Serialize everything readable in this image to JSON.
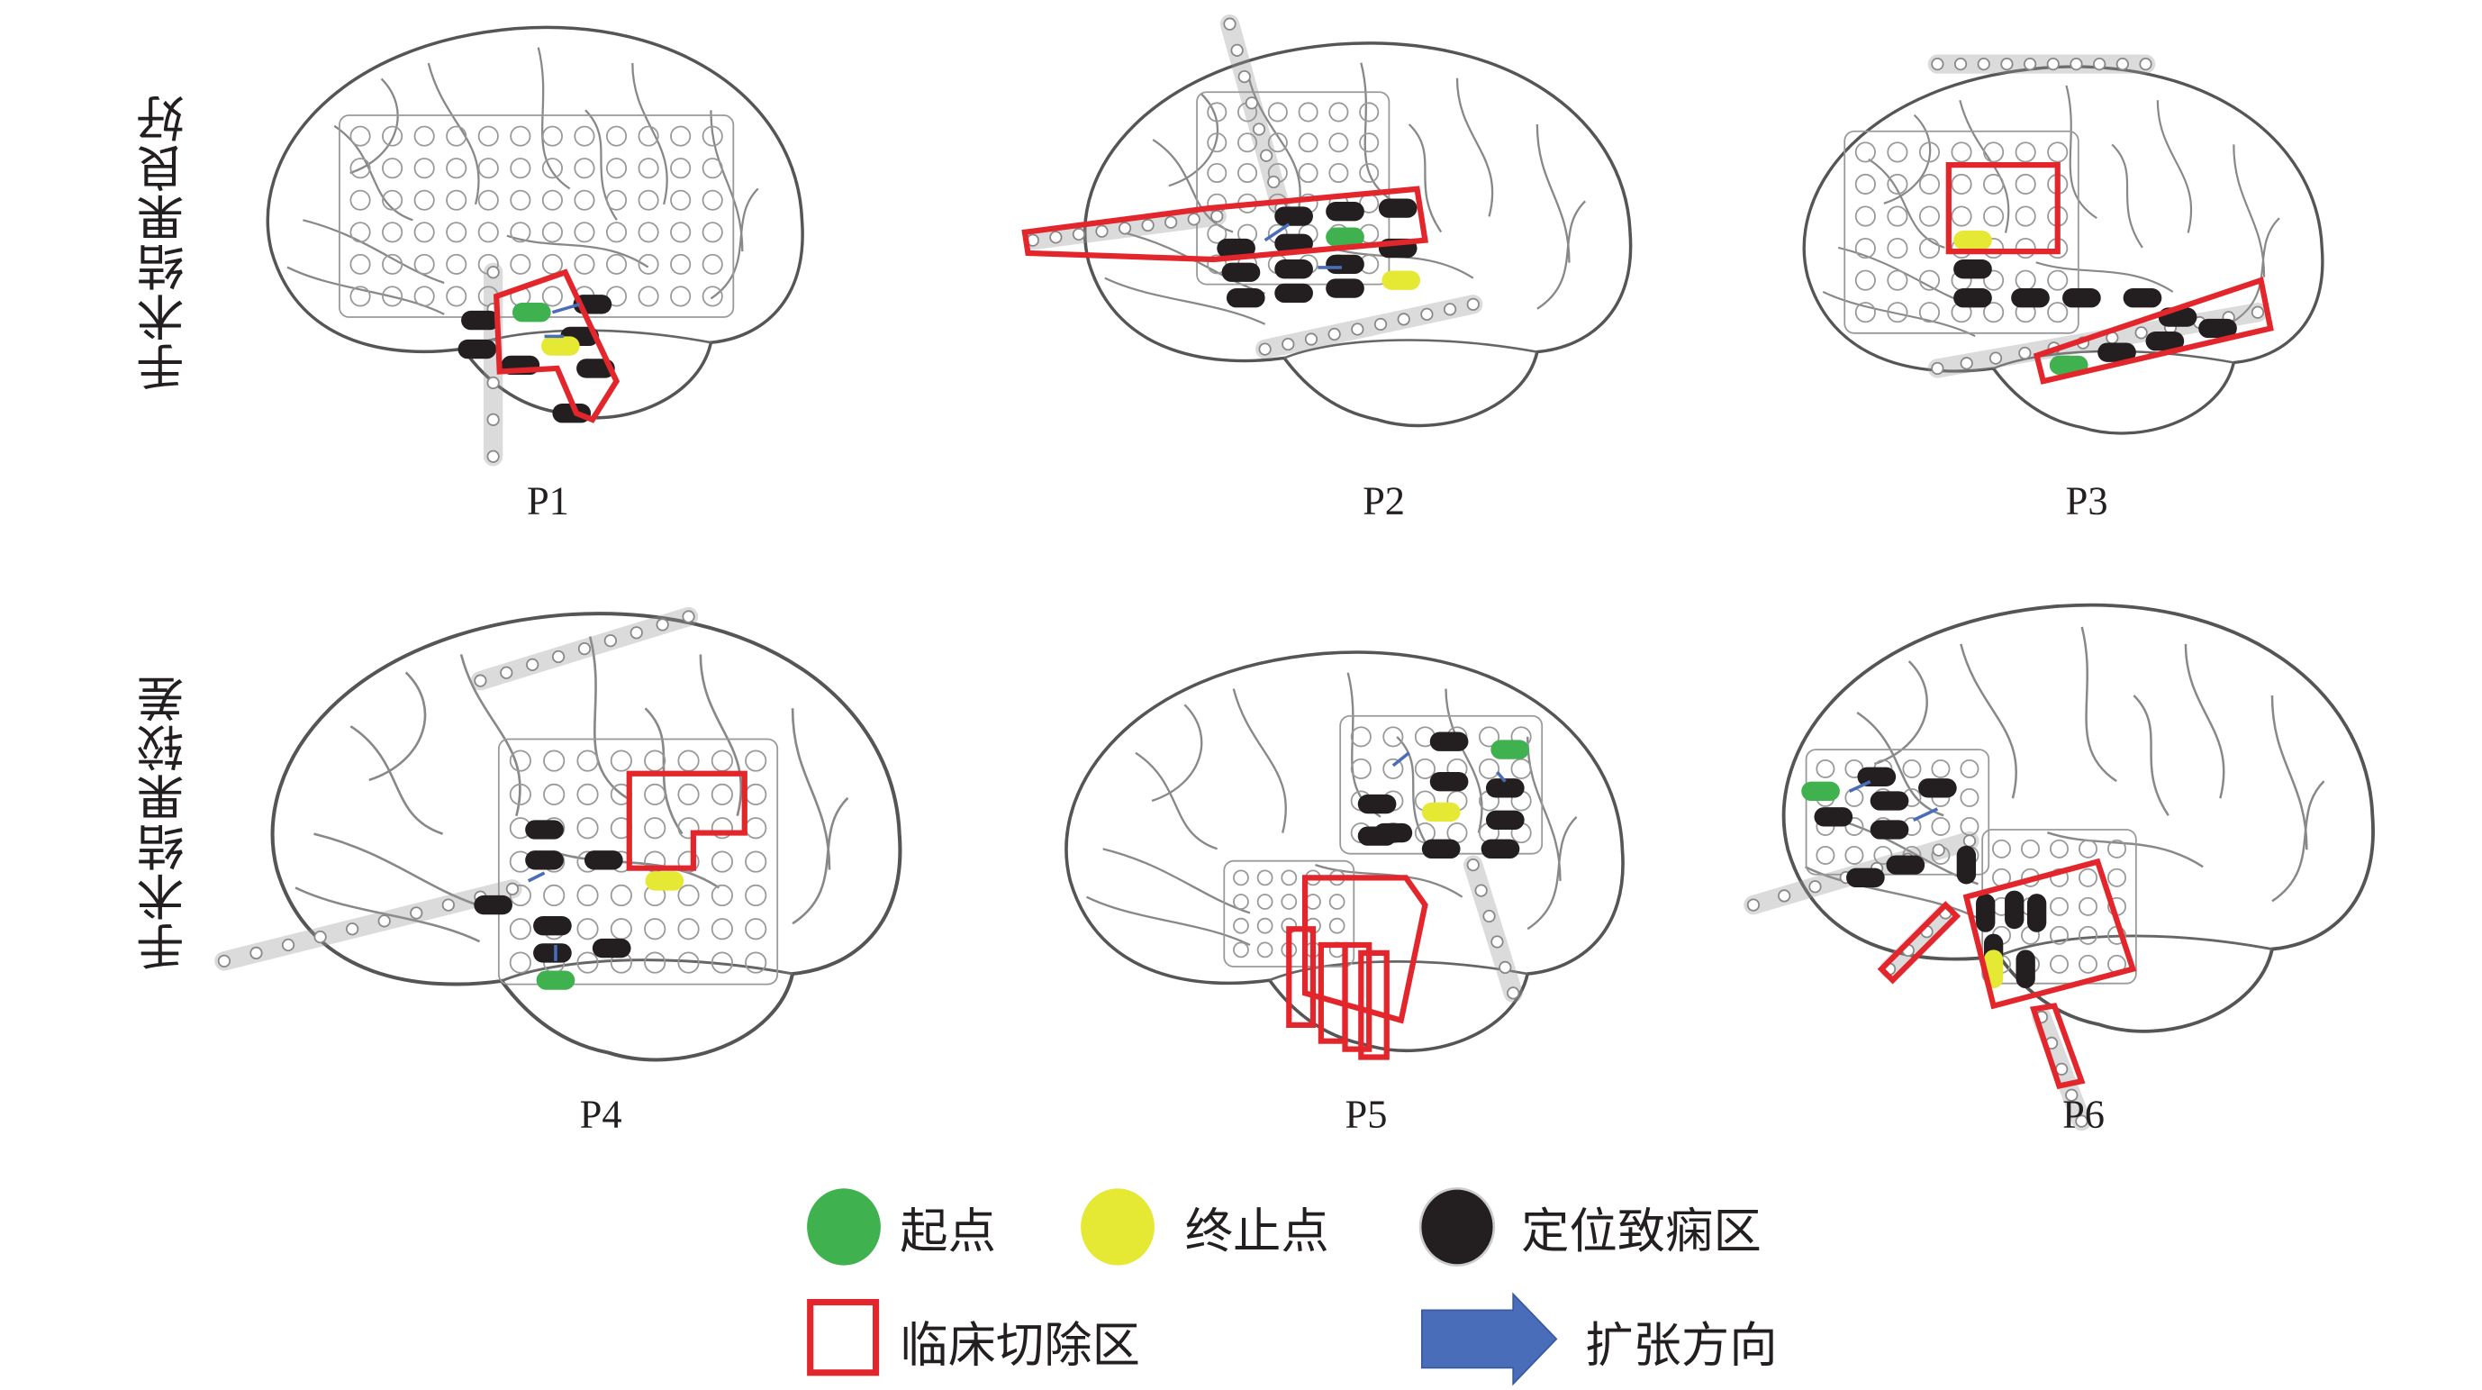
{
  "rows": [
    {
      "label": "手术结果良好",
      "panels": [
        "P1",
        "P2",
        "P3"
      ]
    },
    {
      "label": "手术结果较差",
      "panels": [
        "P4",
        "P5",
        "P6"
      ]
    }
  ],
  "legend": {
    "start": {
      "label": "起点",
      "color": "#3fb14f"
    },
    "end": {
      "label": "终止点",
      "color": "#e5e934"
    },
    "ez": {
      "label": "定位致痫区",
      "color": "#231f20"
    },
    "resection": {
      "label": "临床切除区",
      "color": "#e3262c"
    },
    "direction": {
      "label": "扩张方向",
      "color": "#4a6dba"
    }
  }
}
